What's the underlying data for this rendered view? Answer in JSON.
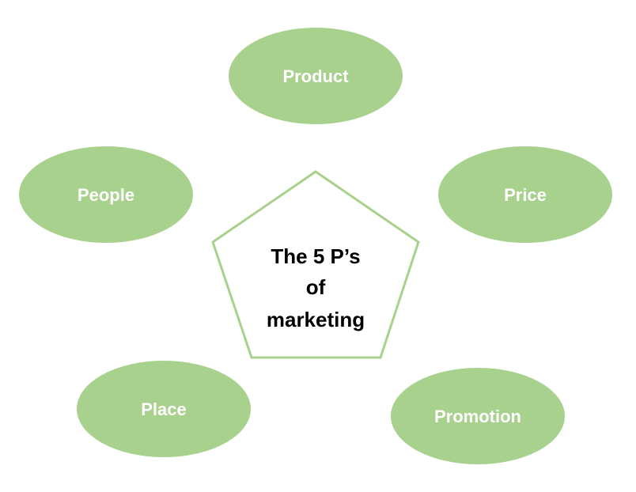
{
  "diagram": {
    "center": {
      "lines": [
        "The 5 P’s",
        "of",
        "marketing"
      ]
    },
    "nodes": {
      "product": "Product",
      "price": "Price",
      "promotion": "Promotion",
      "place": "Place",
      "people": "People"
    },
    "colors": {
      "node_fill": "#a9d18e",
      "node_text": "#ffffff",
      "pentagon_stroke": "#a9d18e",
      "pentagon_fill": "#ffffff",
      "center_text": "#000000"
    }
  }
}
